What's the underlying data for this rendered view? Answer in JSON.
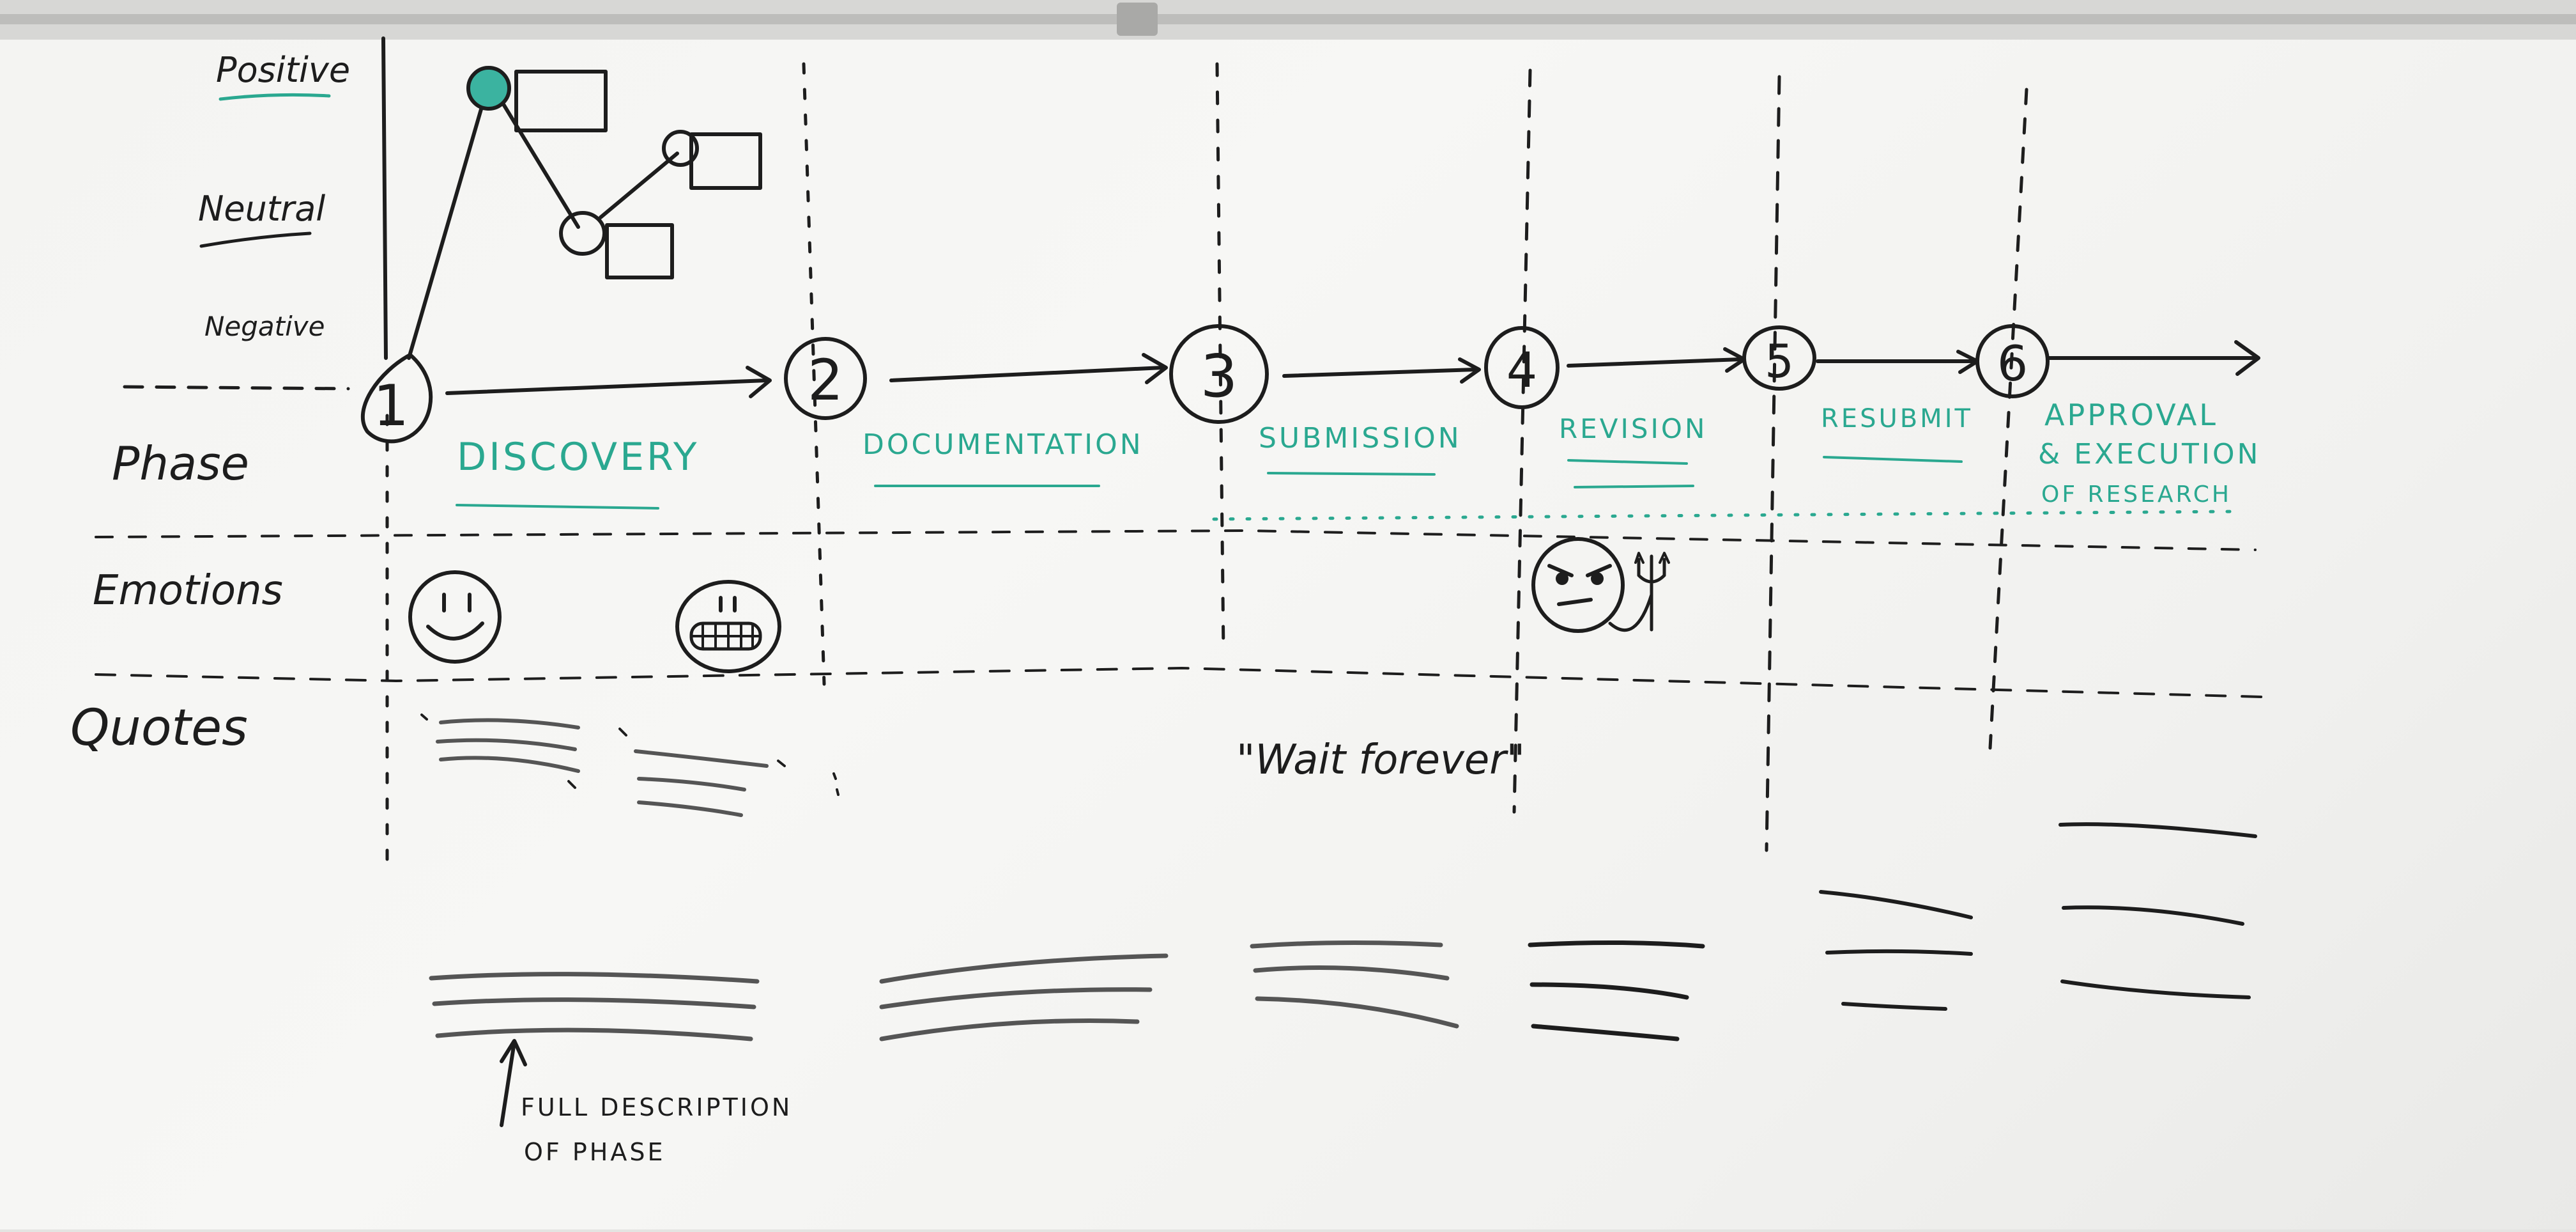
{
  "rows": {
    "positive": "Positive",
    "neutral": "Neutral",
    "negative": "Negative",
    "phase": "Phase",
    "emotions": "Emotions",
    "quotes": "Quotes"
  },
  "steps": [
    {
      "number": "1",
      "phase": "DISCOVERY"
    },
    {
      "number": "2",
      "phase": "DOCUMENTATION"
    },
    {
      "number": "3",
      "phase": "SUBMISSION"
    },
    {
      "number": "4",
      "phase": "REVISION"
    },
    {
      "number": "5",
      "phase": "RESUBMIT"
    },
    {
      "number": "6",
      "phase": "APPROVAL\n& EXECUTION\nOF RESEARCH"
    }
  ],
  "phase6_lines": [
    "APPROVAL",
    "& EXECUTION",
    "OF RESEARCH"
  ],
  "quote": "\"Wait forever\"",
  "annotation_lines": [
    "FULL DESCRIPTION",
    "OF PHASE"
  ],
  "emotions": [
    "smiley-face",
    "grimace-face",
    "devil-face"
  ],
  "colors": {
    "ink": "#1d1d1d",
    "teal": "#2aa890",
    "board": "#f4f4f2",
    "dot": "#3bb3a0"
  }
}
